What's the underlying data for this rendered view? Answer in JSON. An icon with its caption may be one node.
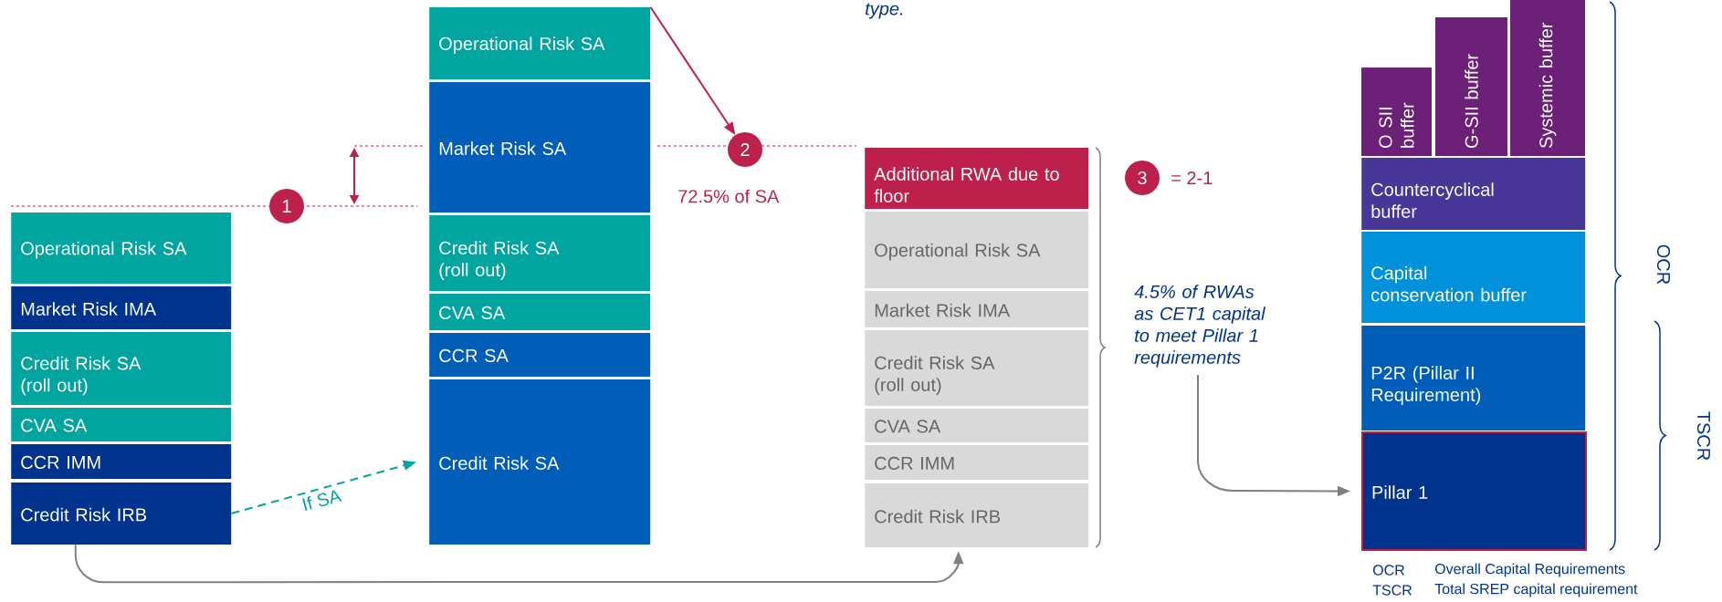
{
  "diagram": {
    "nodes": [
      {
        "text": [
          "Operational Risk SA"
        ]
      },
      {
        "text": [
          "Market Risk IMA"
        ]
      },
      {
        "text": [
          "Credit Risk SA (roll out)"
        ]
      },
      {
        "text": [
          "CVA SA"
        ]
      },
      {
        "text": [
          "CCR IMM"
        ]
      },
      {
        "text": [
          "Credit Risk IRB"
        ]
      },
      {
        "text": [
          "1"
        ]
      },
      {
        "text": [
          "Operational Risk SA"
        ]
      },
      {
        "text": [
          "Market Risk SA"
        ]
      },
      {
        "text": [
          "Credit Risk SA (roll out)"
        ]
      },
      {
        "text": [
          "CVA SA"
        ]
      },
      {
        "text": [
          "CCR SA"
        ]
      },
      {
        "text": [
          "Credit Risk SA"
        ]
      },
      {
        "text": [
          "2"
        ],
        "beside": [
          "72.5% of SA"
        ]
      },
      {
        "text": [
          "Additional RWA due to floor"
        ]
      },
      {
        "text": [
          "Operational Risk SA"
        ]
      },
      {
        "text": [
          "Market Risk IMA"
        ]
      },
      {
        "text": [
          "Credit Risk SA (roll out)"
        ]
      },
      {
        "text": [
          "CVA SA"
        ]
      },
      {
        "text": [
          "CCR IMM"
        ]
      },
      {
        "text": [
          "Credit Risk IRB"
        ]
      },
      {
        "text": [
          "3"
        ],
        "beside": [
          "= 2-1"
        ]
      },
      {
        "text": [
          "4.5% of RWAs as CET1 capital to meet Pillar 1 requirements"
        ]
      },
      {
        "text": [
          "O SII buffer"
        ]
      },
      {
        "text": [
          "G-SII buffer"
        ]
      },
      {
        "text": [
          "Systemic buffer"
        ]
      },
      {
        "text": [
          "Countercyclical buffer"
        ]
      },
      {
        "text": [
          "Capital conservation buffer"
        ]
      },
      {
        "text": [
          "P2R (Pillar II Requirement)"
        ]
      },
      {
        "text": [
          "Pillar 1"
        ]
      }
    ],
    "edges": [
      {
        "from": 7,
        "to": 13,
        "arrow": "to",
        "color": "#bc204b"
      },
      {
        "from": 5,
        "to": 12,
        "arrow": "to",
        "label": "If SA",
        "style": "dashed",
        "color": "#00a59f"
      },
      {
        "from": 5,
        "to": 20,
        "arrow": "to"
      },
      {
        "from": 22,
        "to": 29,
        "arrow": "to"
      }
    ],
    "labels": [
      "type.",
      "OCR",
      "TSCR",
      "OCR",
      "Overall Capital Requirements",
      "TSCR",
      "Total SREP capital requirement"
    ]
  }
}
